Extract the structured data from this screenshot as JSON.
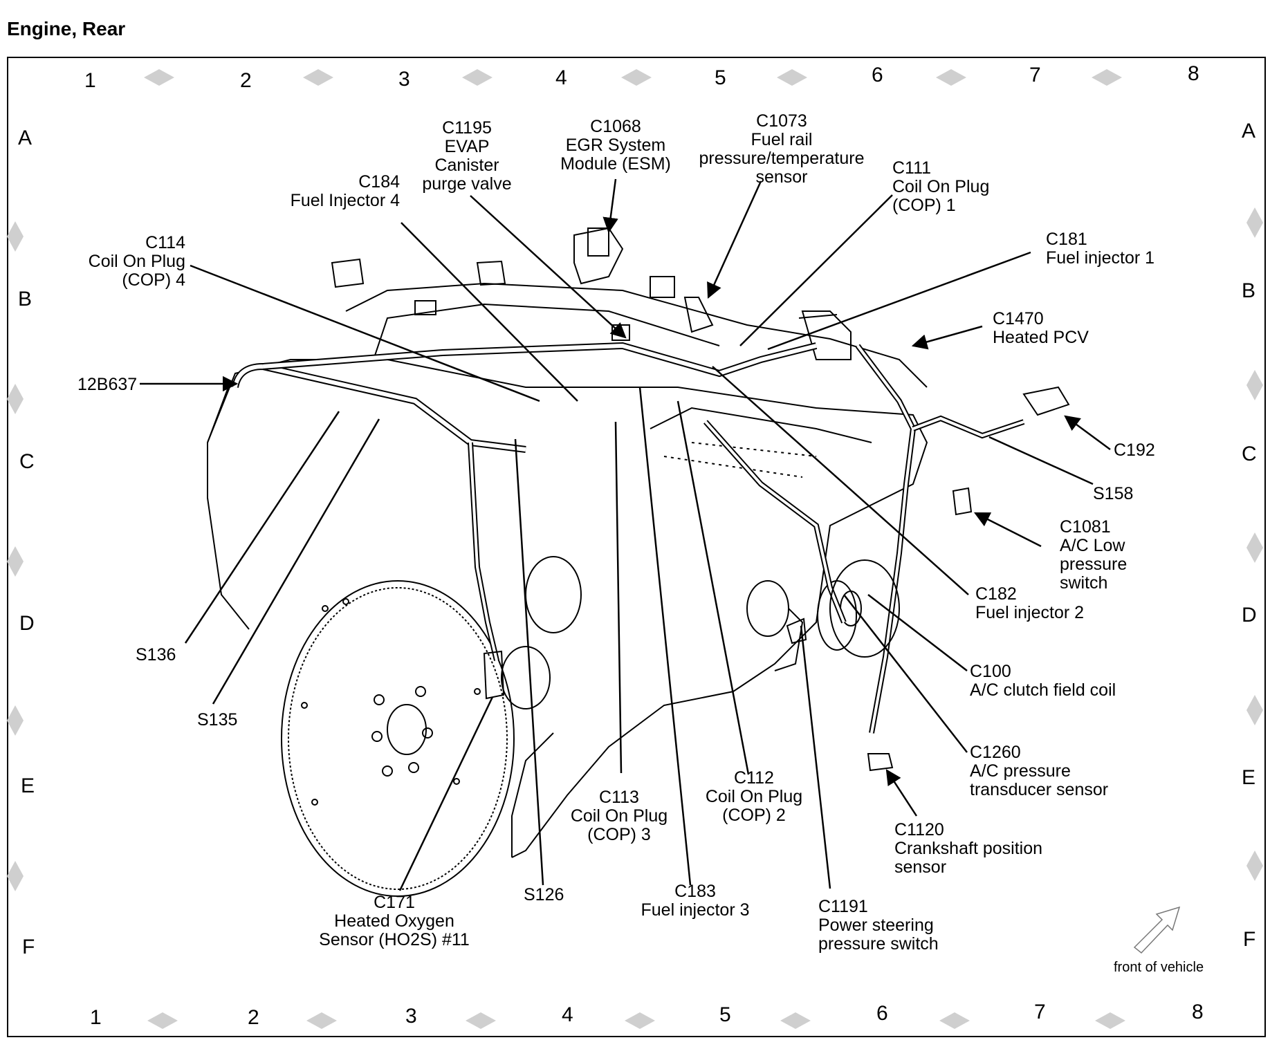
{
  "title": "Engine, Rear",
  "grid": {
    "columns": [
      "1",
      "2",
      "3",
      "4",
      "5",
      "6",
      "7",
      "8"
    ],
    "rows": [
      "A",
      "B",
      "C",
      "D",
      "E",
      "F"
    ]
  },
  "labels": {
    "c1195": "C1195\nEVAP\nCanister\npurge valve",
    "c1068": "C1068\nEGR System\nModule (ESM)",
    "c1073": "C1073\nFuel rail\npressure/temperature\nsensor",
    "c184": "C184\nFuel Injector 4",
    "c111": "C111\nCoil On Plug\n(COP) 1",
    "c114": "C114\nCoil On Plug\n(COP) 4",
    "c181": "C181\nFuel injector 1",
    "c1470": "C1470\nHeated PCV",
    "n12b637": "12B637",
    "c192": "C192",
    "s158": "S158",
    "c1081": "C1081\nA/C Low\npressure\nswitch",
    "c182": "C182\nFuel injector 2",
    "s136": "S136",
    "c100": "C100\nA/C clutch field coil",
    "s135": "S135",
    "c1260": "C1260\nA/C pressure\ntransducer sensor",
    "c113": "C113\nCoil On Plug\n(COP) 3",
    "c112": "C112\nCoil On Plug\n(COP) 2",
    "c1120": "C1120\nCrankshaft position\nsensor",
    "c171": "C171\nHeated Oxygen\nSensor (HO2S) #11",
    "s126": "S126",
    "c183": "C183\nFuel injector 3",
    "c1191": "C1191\nPower steering\npressure switch",
    "front_of_vehicle": "front of vehicle"
  }
}
